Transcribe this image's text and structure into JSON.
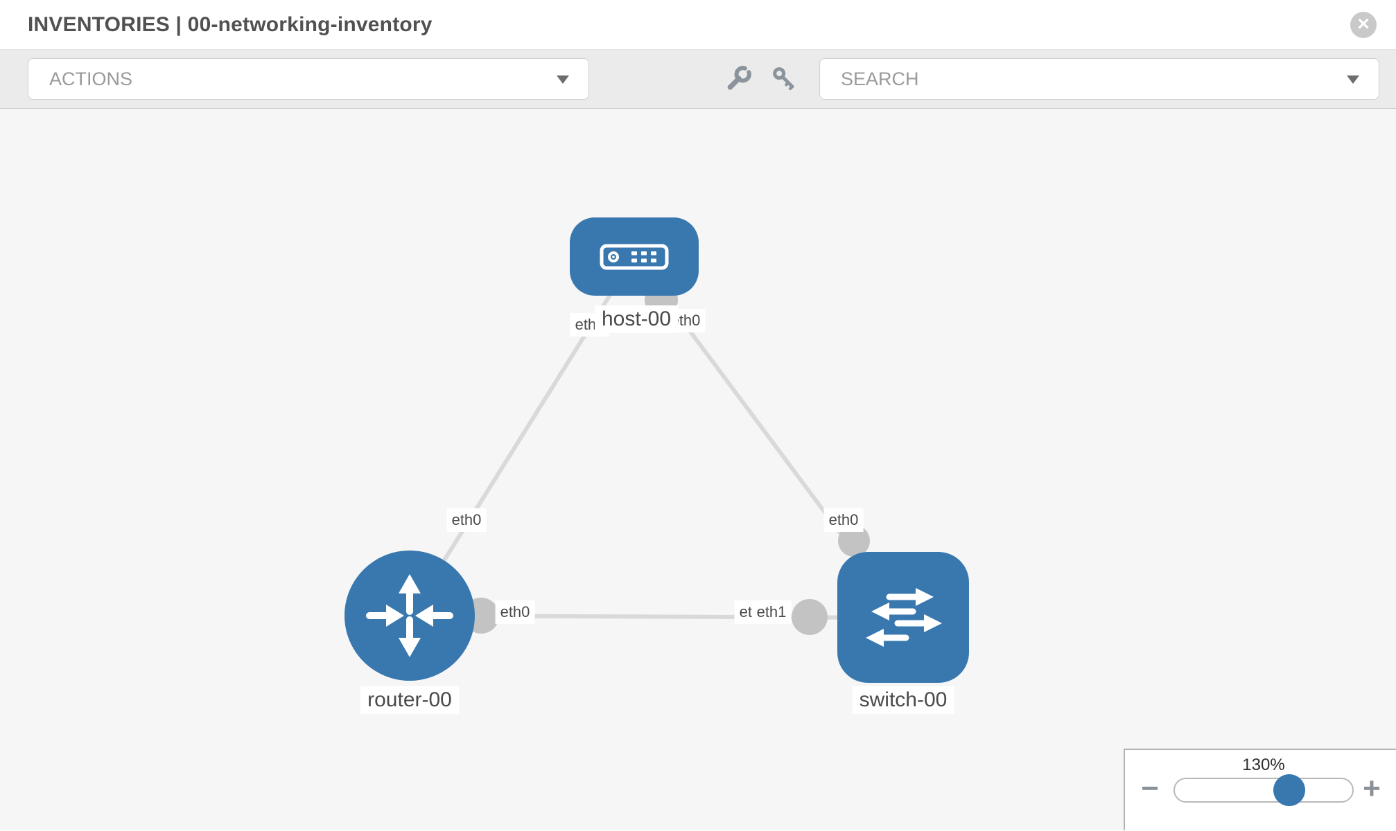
{
  "header": {
    "title": "INVENTORIES | 00-networking-inventory",
    "close_glyph": "×"
  },
  "toolbar": {
    "actions_label": "ACTIONS",
    "search_label": "SEARCH"
  },
  "diagram": {
    "nodes": [
      {
        "id": "host-00",
        "type": "host",
        "label": "host-00"
      },
      {
        "id": "router-00",
        "type": "router",
        "label": "router-00"
      },
      {
        "id": "switch-00",
        "type": "switch",
        "label": "switch-00"
      }
    ],
    "links": [
      {
        "from": "host-00",
        "from_if": "eth0",
        "to": "router-00",
        "to_if": "eth0"
      },
      {
        "from": "host-00",
        "from_if": "eth0",
        "to": "switch-00",
        "to_if": "eth0"
      },
      {
        "from": "router-00",
        "from_if": "eth0",
        "to": "switch-00",
        "to_if": "eth1"
      }
    ],
    "overlapped_label": "eth0"
  },
  "zoom_control": {
    "value": "130%",
    "minus_glyph": "−",
    "plus_glyph": "+"
  },
  "colors": {
    "node_blue": "#3878af",
    "link_gray": "#d9d9d9",
    "port_gray": "#c3c3c3",
    "toolbar_gray": "#ebebeb",
    "canvas_gray": "#f6f6f6"
  }
}
